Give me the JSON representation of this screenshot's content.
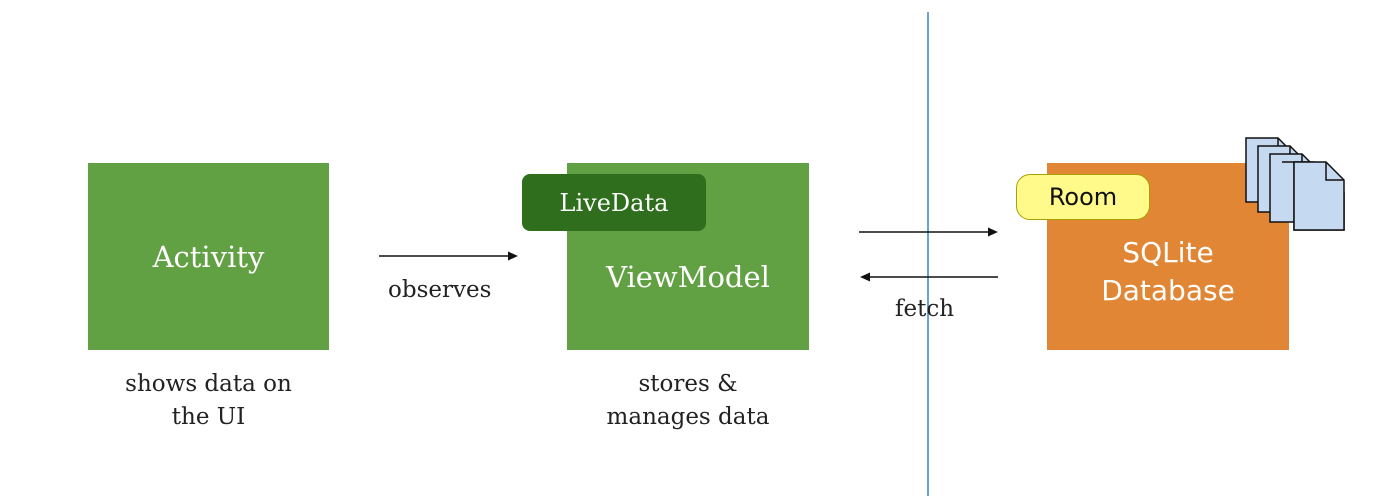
{
  "colors": {
    "activity": "#62a044",
    "viewmodel": "#62a044",
    "livedata": "#2f6e1d",
    "sqlite": "#e08634",
    "room": "#fffa8a",
    "divider": "#3a86b8",
    "document": "#c5d9f1"
  },
  "activity": {
    "label": "Activity",
    "caption_line1": "shows data on",
    "caption_line2": "the UI"
  },
  "observes": "observes",
  "viewmodel": {
    "label": "ViewModel",
    "badge": "LiveData",
    "caption_line1": "stores &",
    "caption_line2": "manages data"
  },
  "fetch": "fetch",
  "database": {
    "line1": "SQLite",
    "line2": "Database",
    "badge": "Room"
  },
  "icons": {
    "files": "document-stack-icon"
  }
}
